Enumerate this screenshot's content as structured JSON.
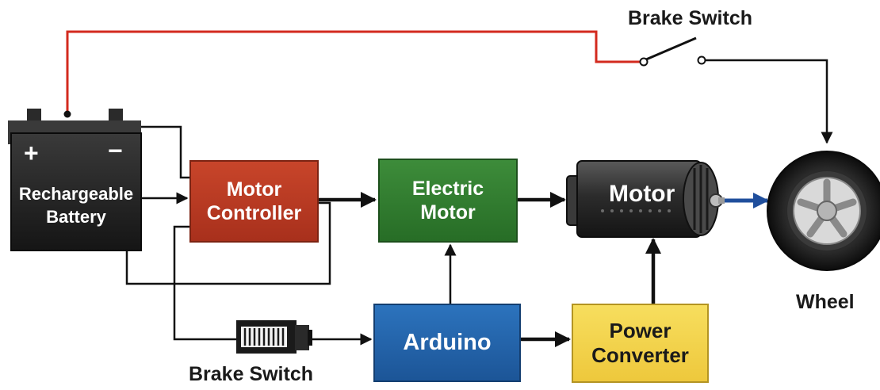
{
  "battery": {
    "line1": "Rechargeable",
    "line2": "Battery",
    "plus": "+",
    "minus": "−"
  },
  "motor_controller": {
    "line1": "Motor",
    "line2": "Controller",
    "color": "#b83a22"
  },
  "electric_motor": {
    "line1": "Electric",
    "line2": "Motor",
    "color": "#2f7d2e"
  },
  "motor": {
    "label": "Motor"
  },
  "arduino": {
    "label": "Arduino",
    "color": "#2466ae"
  },
  "power_converter": {
    "line1": "Power",
    "line2": "Converter",
    "color": "#f3d34a"
  },
  "brake_switch_top": {
    "label": "Brake Switch"
  },
  "brake_switch_bottom": {
    "label": "Brake Switch"
  },
  "wheel": {
    "label": "Wheel"
  },
  "colors": {
    "red_wire": "#d32a1e",
    "blue_arrow": "#1f4e9c",
    "wire": "#111111"
  }
}
